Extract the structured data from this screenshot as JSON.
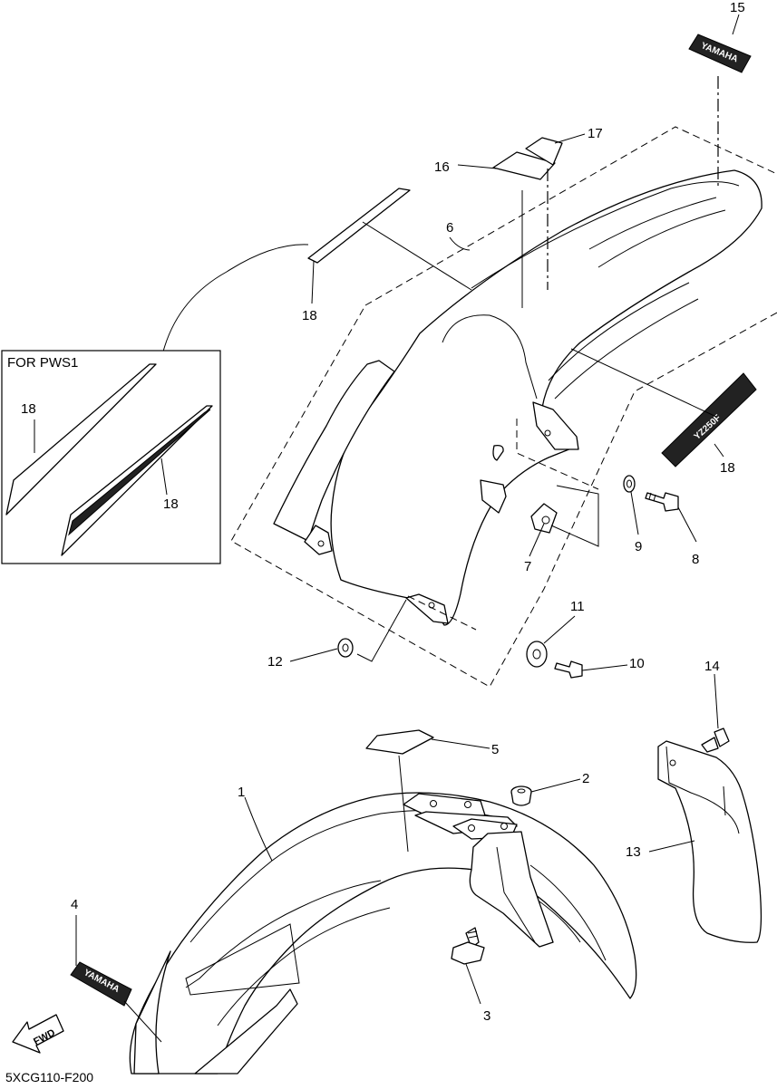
{
  "diagram": {
    "code": "5XCG110-F200",
    "inset_title": "FOR PWS1",
    "fwd_label": "FWD",
    "decal_brand": "YAMAHA",
    "decal_model": "YZ250F",
    "callouts": {
      "c1": "1",
      "c2": "2",
      "c3": "3",
      "c4": "4",
      "c5": "5",
      "c6": "6",
      "c7": "7",
      "c8": "8",
      "c9": "9",
      "c10": "10",
      "c11": "11",
      "c12": "12",
      "c13": "13",
      "c14": "14",
      "c15": "15",
      "c16": "16",
      "c17": "17",
      "c18a": "18",
      "c18b": "18",
      "c18c": "18",
      "c18d": "18"
    }
  }
}
